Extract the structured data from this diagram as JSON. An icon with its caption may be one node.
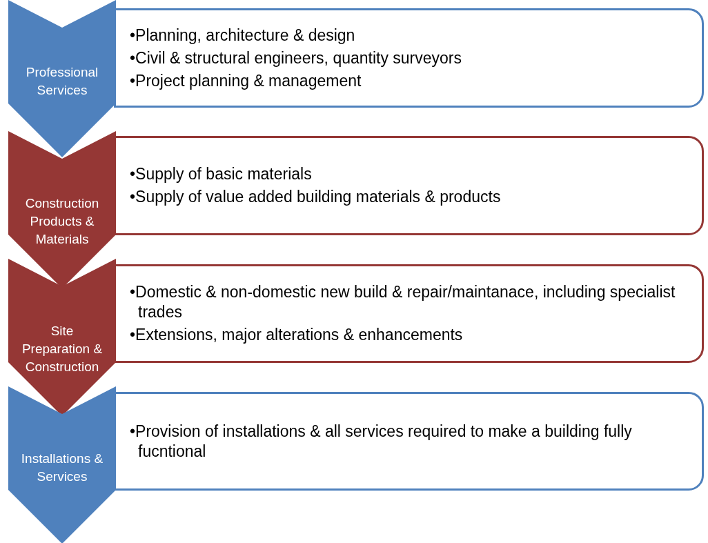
{
  "diagram": {
    "nodes": [
      {
        "text": [
          "Professional Services"
        ]
      },
      {
        "text": [
          "•Planning, architecture & design",
          "•Civil & structural engineers, quantity surveyors",
          "•Project planning & management"
        ]
      },
      {
        "text": [
          "Construction Products & Materials"
        ]
      },
      {
        "text": [
          "•Supply of basic materials",
          "•Supply of value added building materials & products"
        ]
      },
      {
        "text": [
          "Site Preparation & Construction"
        ]
      },
      {
        "text": [
          "•Domestic & non-domestic new build & repair/maintanace, including specialist trades",
          "•Extensions, major alterations & enhancements"
        ]
      },
      {
        "text": [
          "Installations & Services"
        ]
      },
      {
        "text": [
          "•Provision of installations & all services required to make a building fully fucntional"
        ]
      }
    ]
  }
}
